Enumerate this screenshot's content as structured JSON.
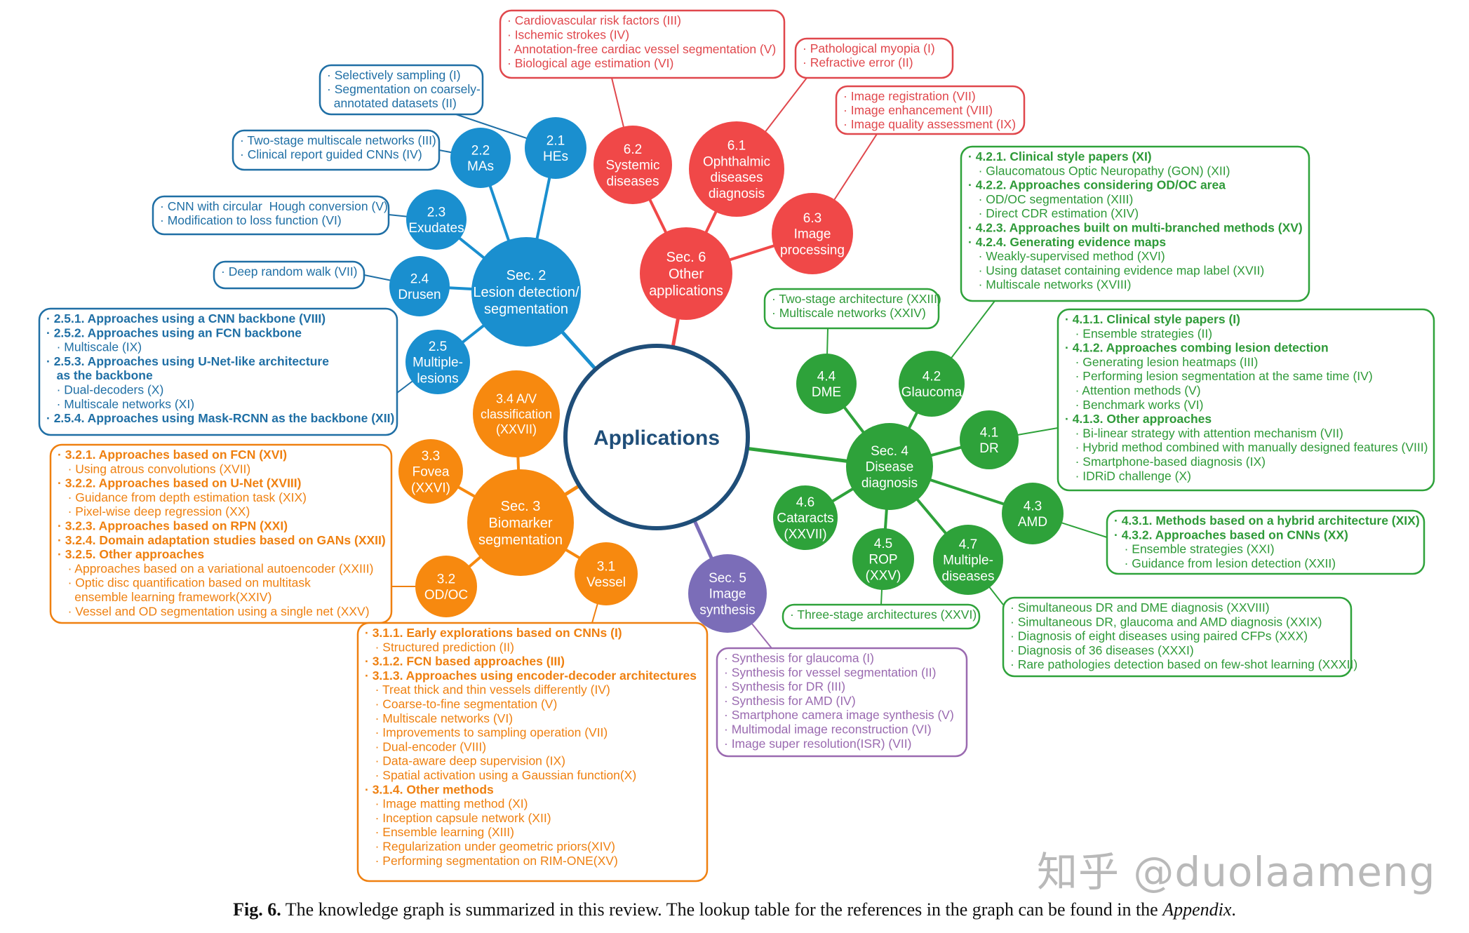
{
  "center": {
    "label": "Applications"
  },
  "colors": {
    "blue": "#1a8fcf",
    "blue_dark": "#1f6fa5",
    "red": "#f04848",
    "red_text": "#e0474c",
    "green": "#2ea23a",
    "green_text": "#2e9a38",
    "orange": "#f7890f",
    "orange_text": "#ef8010",
    "purple": "#7b6db8",
    "purple_text": "#9a6ab0",
    "center_ring": "#1f4e79"
  },
  "sections": [
    {
      "id": "sec2",
      "lines": [
        "Sec. 2",
        "Lesion detection/",
        "segmentation"
      ],
      "color": "blue"
    },
    {
      "id": "sec6",
      "lines": [
        "Sec. 6",
        "Other",
        "applications"
      ],
      "color": "red"
    },
    {
      "id": "sec4",
      "lines": [
        "Sec. 4",
        "Disease",
        "diagnosis"
      ],
      "color": "green"
    },
    {
      "id": "sec3",
      "lines": [
        "Sec. 3",
        "Biomarker",
        "segmentation"
      ],
      "color": "orange"
    },
    {
      "id": "sec5",
      "lines": [
        "Sec. 5",
        "Image",
        "synthesis"
      ],
      "color": "purple"
    }
  ],
  "subnodes": [
    {
      "id": "n21",
      "lines": [
        "2.1",
        "HEs"
      ]
    },
    {
      "id": "n22",
      "lines": [
        "2.2",
        "MAs"
      ]
    },
    {
      "id": "n23",
      "lines": [
        "2.3",
        "Exudates"
      ]
    },
    {
      "id": "n24",
      "lines": [
        "2.4",
        "Drusen"
      ]
    },
    {
      "id": "n25",
      "lines": [
        "2.5",
        "Multiple-",
        "lesions"
      ]
    },
    {
      "id": "n62",
      "lines": [
        "6.2",
        "Systemic",
        "diseases"
      ]
    },
    {
      "id": "n61",
      "lines": [
        "6.1",
        "Ophthalmic",
        "diseases",
        "diagnosis"
      ]
    },
    {
      "id": "n63",
      "lines": [
        "6.3",
        "Image",
        "processing"
      ]
    },
    {
      "id": "n44",
      "lines": [
        "4.4",
        "DME"
      ]
    },
    {
      "id": "n42",
      "lines": [
        "4.2",
        "Glaucoma"
      ]
    },
    {
      "id": "n41",
      "lines": [
        "4.1",
        "DR"
      ]
    },
    {
      "id": "n43",
      "lines": [
        "4.3",
        "AMD"
      ]
    },
    {
      "id": "n46",
      "lines": [
        "4.6",
        "Cataracts",
        "(XXVII)"
      ]
    },
    {
      "id": "n45",
      "lines": [
        "4.5",
        "ROP",
        "(XXV)"
      ]
    },
    {
      "id": "n47",
      "lines": [
        "4.7",
        "Multiple-",
        "diseases"
      ]
    },
    {
      "id": "n34",
      "lines": [
        "3.4 A/V",
        "classification",
        "(XXVII)"
      ]
    },
    {
      "id": "n33",
      "lines": [
        "3.3",
        "Fovea",
        "(XXVI)"
      ]
    },
    {
      "id": "n32",
      "lines": [
        "3.2",
        "OD/OC"
      ]
    },
    {
      "id": "n31",
      "lines": [
        "3.1",
        "Vessel"
      ]
    }
  ],
  "boxes": [
    {
      "id": "b21",
      "lines": [
        {
          "t": "· Selectively sampling (I)",
          "b": false
        },
        {
          "t": "· Segmentation on coarsely-",
          "b": false
        },
        {
          "t": "  annotated datasets (II)",
          "b": false
        }
      ]
    },
    {
      "id": "b22",
      "lines": [
        {
          "t": "· Two-stage multiscale networks (III)",
          "b": false
        },
        {
          "t": "· Clinical report guided CNNs (IV)",
          "b": false
        }
      ]
    },
    {
      "id": "b23",
      "lines": [
        {
          "t": "· CNN with circular  Hough conversion (V)",
          "b": false
        },
        {
          "t": "· Modification to loss function (VI)",
          "b": false
        }
      ]
    },
    {
      "id": "b24",
      "lines": [
        {
          "t": "· Deep random walk (VII)",
          "b": false
        }
      ]
    },
    {
      "id": "b25",
      "lines": [
        {
          "t": "· 2.5.1. Approaches using a CNN backbone (VIII)",
          "b": true
        },
        {
          "t": "· 2.5.2. Approaches using an FCN backbone",
          "b": true
        },
        {
          "t": "   · Multiscale (IX)",
          "b": false
        },
        {
          "t": "· 2.5.3. Approaches using U-Net-like architecture",
          "b": true
        },
        {
          "t": "   as the backbone",
          "b": true
        },
        {
          "t": "   · Dual-decoders (X)",
          "b": false
        },
        {
          "t": "   · Multiscale networks (XI)",
          "b": false
        },
        {
          "t": "· 2.5.4. Approaches using Mask-RCNN as the backbone (XII)",
          "b": true
        }
      ]
    },
    {
      "id": "b62",
      "lines": [
        {
          "t": "· Cardiovascular risk factors (III)",
          "b": false
        },
        {
          "t": "· Ischemic strokes (IV)",
          "b": false
        },
        {
          "t": "· Annotation-free cardiac vessel segmentation (V)",
          "b": false
        },
        {
          "t": "· Biological age estimation (VI)",
          "b": false
        }
      ]
    },
    {
      "id": "b61",
      "lines": [
        {
          "t": "· Pathological myopia (I)",
          "b": false
        },
        {
          "t": "· Refractive error (II)",
          "b": false
        }
      ]
    },
    {
      "id": "b63",
      "lines": [
        {
          "t": "· Image registration (VII)",
          "b": false
        },
        {
          "t": "· Image enhancement (VIII)",
          "b": false
        },
        {
          "t": "· Image quality assessment (IX)",
          "b": false
        }
      ]
    },
    {
      "id": "b42",
      "lines": [
        {
          "t": "· 4.2.1. Clinical style papers (XI)",
          "b": true
        },
        {
          "t": "   · Glaucomatous Optic Neuropathy (GON) (XII)",
          "b": false
        },
        {
          "t": "· 4.2.2. Approaches considering OD/OC area",
          "b": true
        },
        {
          "t": "   · OD/OC segmentation (XIII)",
          "b": false
        },
        {
          "t": "   · Direct CDR estimation (XIV)",
          "b": false
        },
        {
          "t": "· 4.2.3. Approaches built on multi-branched methods (XV)",
          "b": true
        },
        {
          "t": "· 4.2.4. Generating evidence maps",
          "b": true
        },
        {
          "t": "   · Weakly-supervised method (XVI)",
          "b": false
        },
        {
          "t": "   · Using dataset containing evidence map label (XVII)",
          "b": false
        },
        {
          "t": "   · Multiscale networks (XVIII)",
          "b": false
        }
      ]
    },
    {
      "id": "b44",
      "lines": [
        {
          "t": "· Two-stage architecture (XXIII)",
          "b": false
        },
        {
          "t": "· Multiscale networks (XXIV)",
          "b": false
        }
      ]
    },
    {
      "id": "b41",
      "lines": [
        {
          "t": "· 4.1.1. Clinical style papers (I)",
          "b": true
        },
        {
          "t": "   · Ensemble strategies (II)",
          "b": false
        },
        {
          "t": "· 4.1.2. Approaches combing lesion detection",
          "b": true
        },
        {
          "t": "   · Generating lesion heatmaps (III)",
          "b": false
        },
        {
          "t": "   · Performing lesion segmentation at the same time (IV)",
          "b": false
        },
        {
          "t": "   · Attention methods (V)",
          "b": false
        },
        {
          "t": "   · Benchmark works (VI)",
          "b": false
        },
        {
          "t": "· 4.1.3. Other approaches",
          "b": true
        },
        {
          "t": "   · Bi-linear strategy with attention mechanism (VII)",
          "b": false
        },
        {
          "t": "   · Hybrid method combined with manually designed features (VIII)",
          "b": false
        },
        {
          "t": "   · Smartphone-based diagnosis (IX)",
          "b": false
        },
        {
          "t": "   · IDRiD challenge (X)",
          "b": false
        }
      ]
    },
    {
      "id": "b43",
      "lines": [
        {
          "t": "· 4.3.1. Methods based on a hybrid architecture (XIX)",
          "b": true
        },
        {
          "t": "· 4.3.2. Approaches based on CNNs (XX)",
          "b": true
        },
        {
          "t": "   · Ensemble strategies (XXI)",
          "b": false
        },
        {
          "t": "   · Guidance from lesion detection (XXII)",
          "b": false
        }
      ]
    },
    {
      "id": "b45",
      "lines": [
        {
          "t": "· Three-stage architectures (XXVI)",
          "b": false
        }
      ]
    },
    {
      "id": "b47",
      "lines": [
        {
          "t": "· Simultaneous DR and DME diagnosis (XXVIII)",
          "b": false
        },
        {
          "t": "· Simultaneous DR, glaucoma and AMD diagnosis (XXIX)",
          "b": false
        },
        {
          "t": "· Diagnosis of eight diseases using paired CFPs (XXX)",
          "b": false
        },
        {
          "t": "· Diagnosis of 36 diseases (XXXI)",
          "b": false
        },
        {
          "t": "· Rare pathologies detection based on few-shot learning (XXXII)",
          "b": false
        }
      ]
    },
    {
      "id": "b5",
      "lines": [
        {
          "t": "· Synthesis for glaucoma (I)",
          "b": false
        },
        {
          "t": "· Synthesis for vessel segmentation (II)",
          "b": false
        },
        {
          "t": "· Synthesis for DR (III)",
          "b": false
        },
        {
          "t": "· Synthesis for AMD (IV)",
          "b": false
        },
        {
          "t": "· Smartphone camera image synthesis (V)",
          "b": false
        },
        {
          "t": "· Multimodal image reconstruction (VI)",
          "b": false
        },
        {
          "t": "· Image super resolution(ISR) (VII)",
          "b": false
        }
      ]
    },
    {
      "id": "b32",
      "lines": [
        {
          "t": "· 3.2.1. Approaches based on FCN (XVI)",
          "b": true
        },
        {
          "t": "   · Using atrous convolutions (XVII)",
          "b": false
        },
        {
          "t": "· 3.2.2. Approaches based on U-Net (XVIII)",
          "b": true
        },
        {
          "t": "   · Guidance from depth estimation task (XIX)",
          "b": false
        },
        {
          "t": "   · Pixel-wise deep regression (XX)",
          "b": false
        },
        {
          "t": "· 3.2.3. Approaches based on RPN (XXI)",
          "b": true
        },
        {
          "t": "· 3.2.4. Domain adaptation studies based on GANs (XXII)",
          "b": true
        },
        {
          "t": "· 3.2.5. Other approaches",
          "b": true
        },
        {
          "t": "   · Approaches based on a variational autoencoder (XXIII)",
          "b": false
        },
        {
          "t": "   · Optic disc quantification based on multitask",
          "b": false
        },
        {
          "t": "     ensemble learning framework(XXIV)",
          "b": false
        },
        {
          "t": "   · Vessel and OD segmentation using a single net (XXV)",
          "b": false
        }
      ]
    },
    {
      "id": "b31",
      "lines": [
        {
          "t": "· 3.1.1. Early explorations based on CNNs (I)",
          "b": true
        },
        {
          "t": "   · Structured prediction (II)",
          "b": false
        },
        {
          "t": "· 3.1.2. FCN based approaches (III)",
          "b": true
        },
        {
          "t": "· 3.1.3. Approaches using encoder-decoder architectures",
          "b": true
        },
        {
          "t": "   · Treat thick and thin vessels differently (IV)",
          "b": false
        },
        {
          "t": "   · Coarse-to-fine segmentation (V)",
          "b": false
        },
        {
          "t": "   · Multiscale networks (VI)",
          "b": false
        },
        {
          "t": "   · Improvements to sampling operation (VII)",
          "b": false
        },
        {
          "t": "   · Dual-encoder (VIII)",
          "b": false
        },
        {
          "t": "   · Data-aware deep supervision (IX)",
          "b": false
        },
        {
          "t": "   · Spatial activation using a Gaussian function(X)",
          "b": false
        },
        {
          "t": "· 3.1.4. Other methods",
          "b": true
        },
        {
          "t": "   · Image matting method (XI)",
          "b": false
        },
        {
          "t": "   · Inception capsule network (XII)",
          "b": false
        },
        {
          "t": "   · Ensemble learning (XIII)",
          "b": false
        },
        {
          "t": "   · Regularization under geometric priors(XIV)",
          "b": false
        },
        {
          "t": "   · Performing segmentation on RIM-ONE(XV)",
          "b": false
        }
      ]
    }
  ],
  "caption": {
    "label": "Fig. 6.",
    "text": " The knowledge graph is summarized in this review. The lookup table for the references in the graph can be found in the ",
    "italic": "Appendix",
    "end": "."
  },
  "watermark": "知乎 @duolaameng"
}
